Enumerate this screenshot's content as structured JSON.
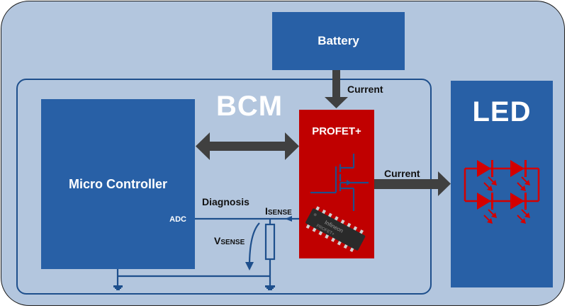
{
  "diagram": {
    "title": "BCM",
    "blocks": {
      "battery": "Battery",
      "micro_controller": "Micro Controller",
      "adc": "ADC",
      "profet": "PROFET+",
      "led": "LED"
    },
    "labels": {
      "current_from_battery": "Current",
      "current_to_led": "Current",
      "diagnosis": "Diagnosis",
      "isense_main": "I",
      "isense_sub": "SENSE",
      "vsense_main": "V",
      "vsense_sub": "SENSE"
    },
    "chip_marking": {
      "brand": "Infineon",
      "product": "PROFET+"
    },
    "led_count": 4,
    "colors": {
      "background": "#b3c6de",
      "block_blue": "#2860a6",
      "profet_red": "#c00000",
      "arrow_gray": "#404040",
      "line_blue": "#1e4f8c",
      "led_red": "#d40000"
    }
  }
}
